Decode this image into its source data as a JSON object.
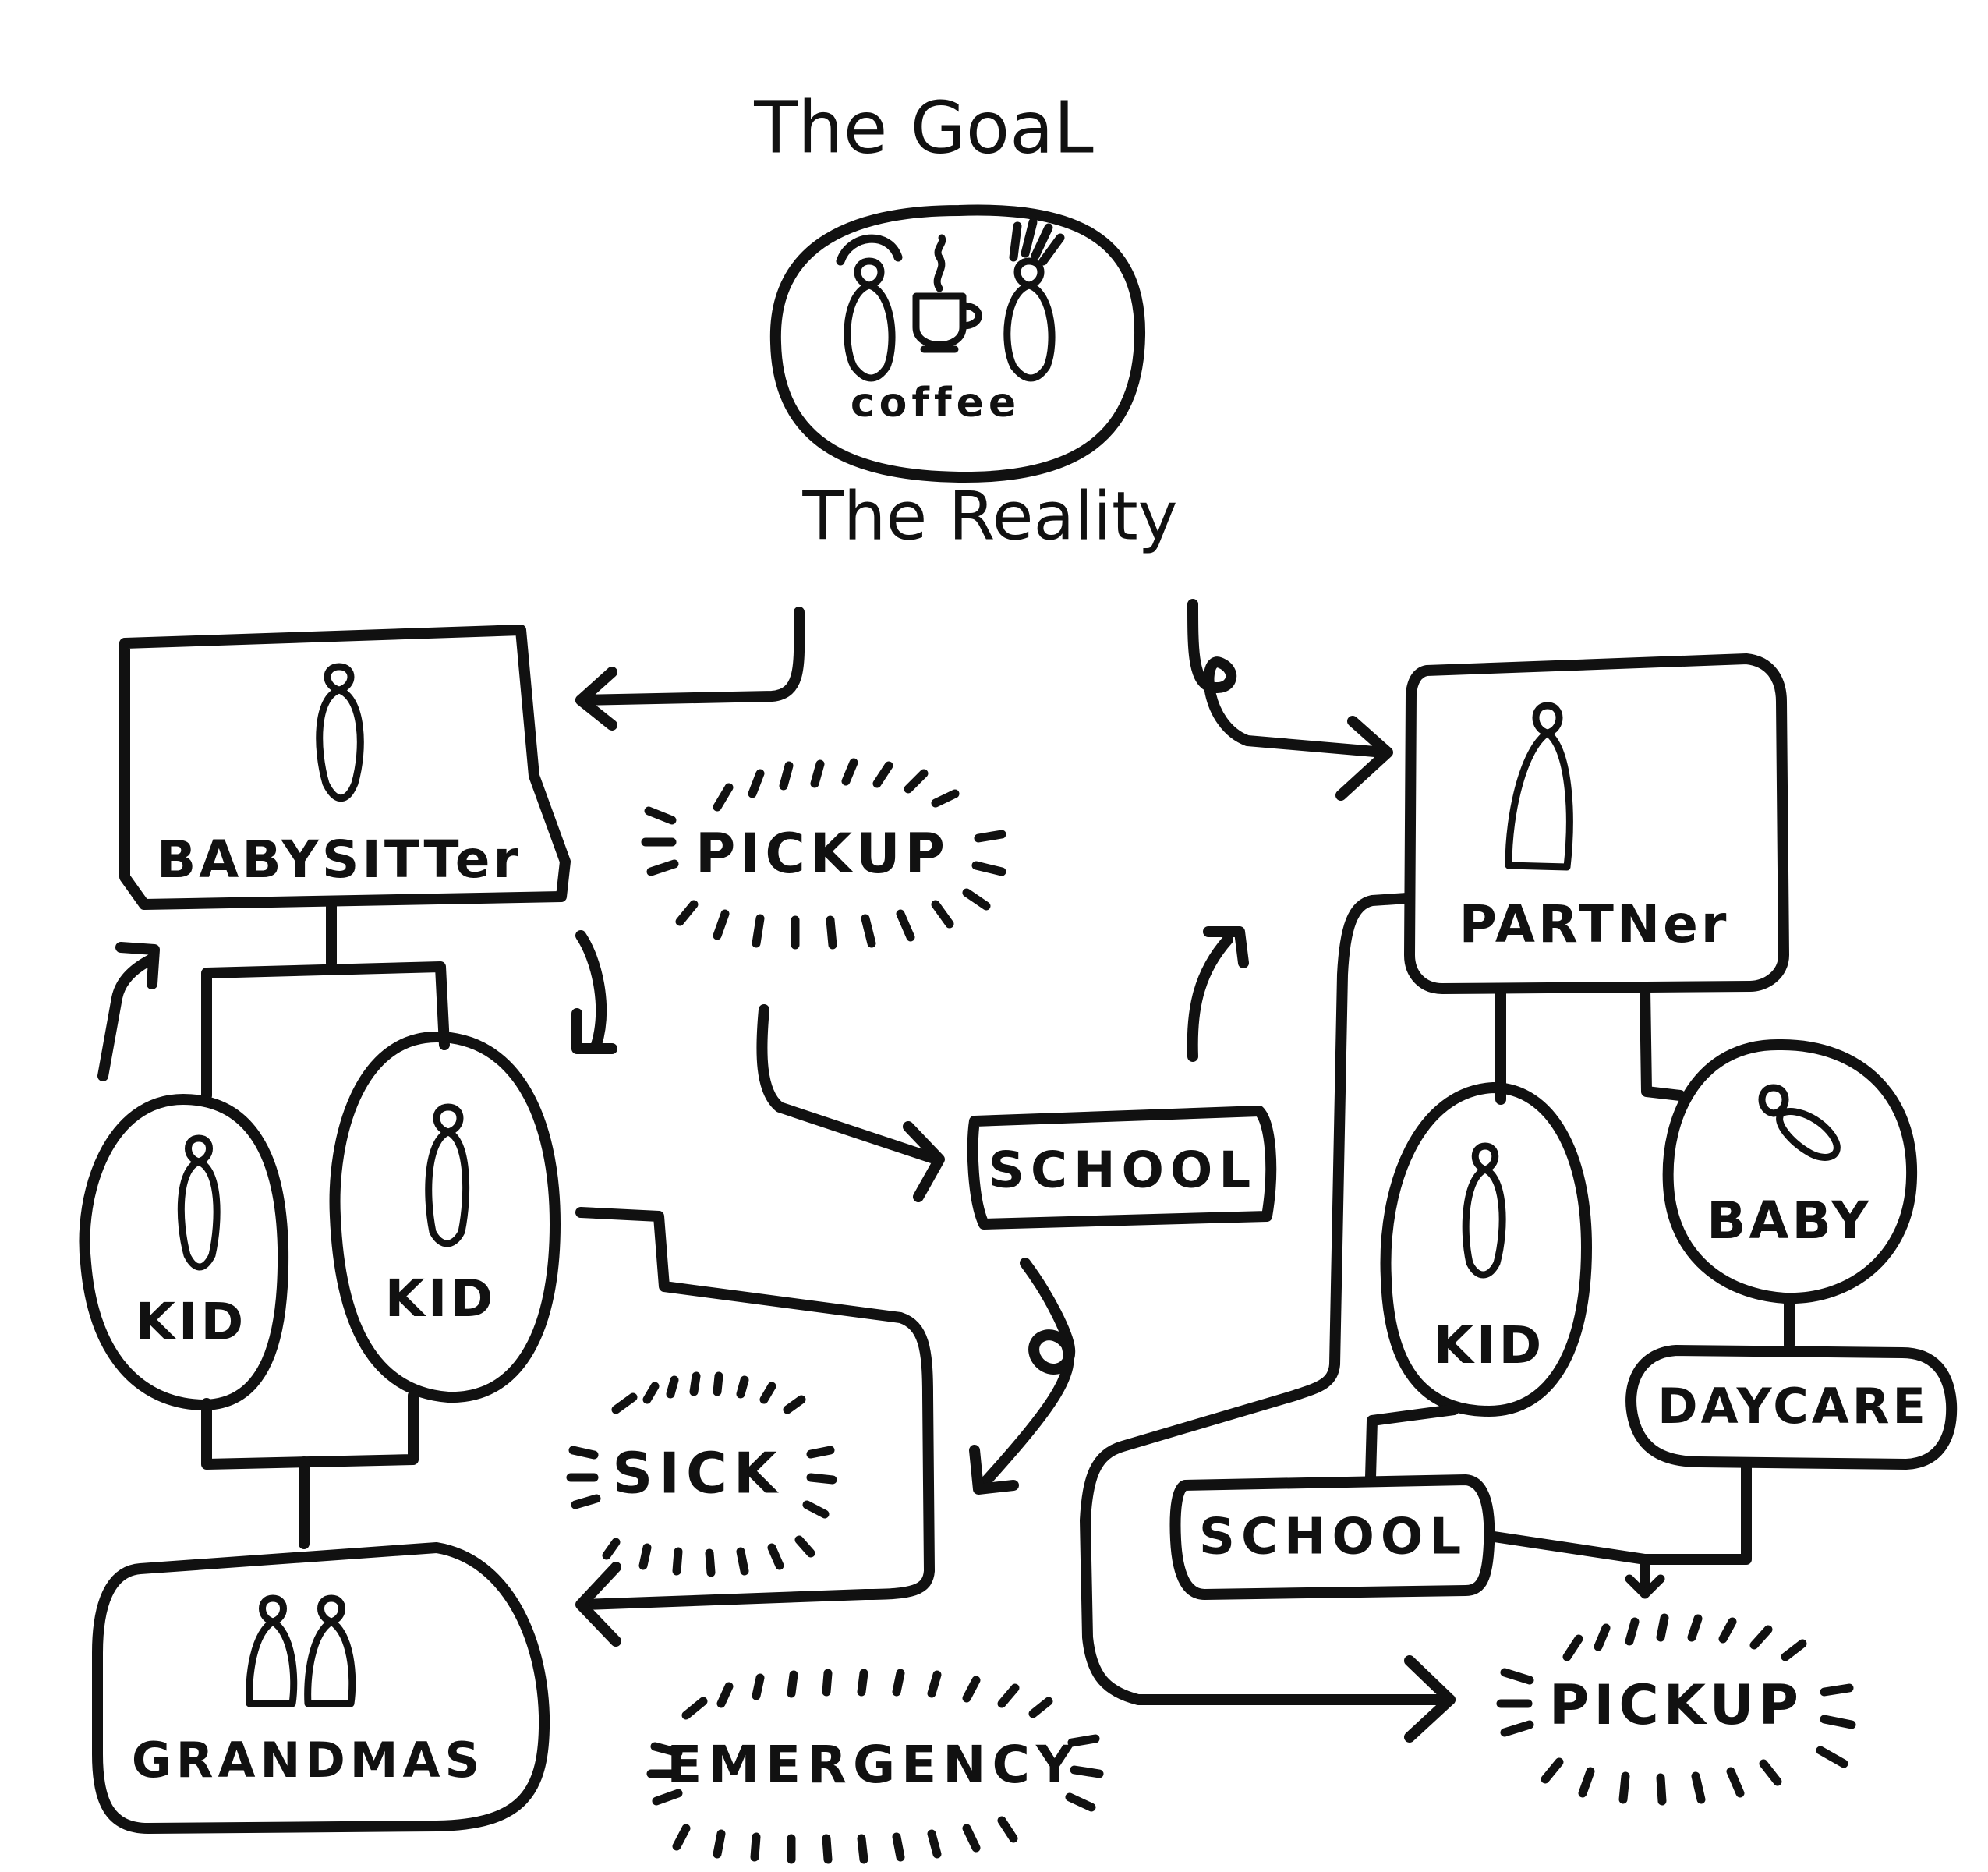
{
  "header": {
    "goal_title": "The GoaL",
    "coffee_label": "coffee",
    "reality_title": "The Reality"
  },
  "nodes": {
    "babysitter": "BABYSITTer",
    "kid_left_1": "KID",
    "kid_left_2": "KID",
    "grandmas": "GRANDMAS",
    "pickup_center": "PICKUP",
    "school_center": "SCHOOL",
    "sick": "SICK",
    "emergency": "EMERGENCY",
    "partner": "PARTNer",
    "kid_right": "KID",
    "baby": "BABY",
    "daycare": "DAYCARE",
    "school_right": "SCHOOL",
    "pickup_right": "PICKUP"
  },
  "colors": {
    "ink": "#111111",
    "paper": "#ffffff"
  }
}
